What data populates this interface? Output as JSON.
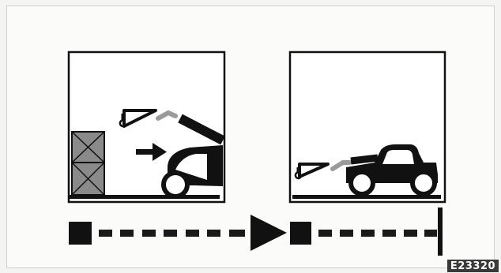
{
  "figure_id": "E23320",
  "colors": {
    "ink": "#111111",
    "crate": "#8a8a8a",
    "boom_gray": "#9a9a9a",
    "dash": "#1a1a1a",
    "background": "#fbfbfa"
  },
  "panels": [
    {
      "name": "loading-panel",
      "icons": [
        "crate-stack-icon",
        "hook-icon",
        "arrow-right-icon",
        "telehandler-icon"
      ]
    },
    {
      "name": "travel-panel",
      "icons": [
        "telehandler-icon",
        "hook-icon"
      ]
    }
  ],
  "path_icons": [
    "start-square-icon",
    "dashed-line",
    "arrow-right-icon",
    "waypoint-square-icon",
    "end-bar-icon"
  ]
}
